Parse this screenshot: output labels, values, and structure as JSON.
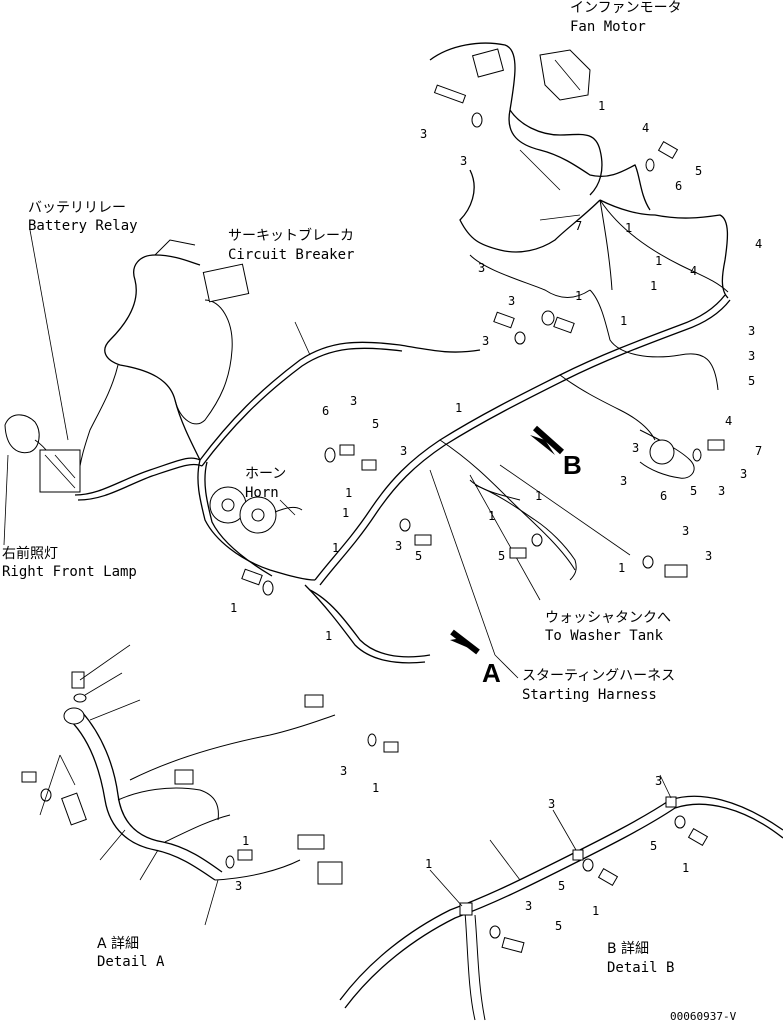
{
  "labels": {
    "fan_motor_jp": "インファンモータ",
    "fan_motor_en": "Fan Motor",
    "battery_relay_jp": "バッテリリレー",
    "battery_relay_en": "Battery Relay",
    "circuit_breaker_jp": "サーキットブレーカ",
    "circuit_breaker_en": "Circuit Breaker",
    "horn_jp": "ホーン",
    "horn_en": "Horn",
    "right_front_lamp_jp": "右前照灯",
    "right_front_lamp_en": "Right Front Lamp",
    "washer_tank_jp": "ウォッシャタンクへ",
    "washer_tank_en": "To Washer Tank",
    "starting_harness_jp": "スターティングハーネス",
    "starting_harness_en": "Starting Harness",
    "view_a": "A",
    "view_b": "B",
    "detail_a_jp": "A 詳細",
    "detail_a_en": "Detail A",
    "detail_b_jp": "B 詳細",
    "detail_b_en": "Detail B",
    "drawing_number": "00060937-V"
  },
  "callouts": {
    "n1": "1",
    "n3": "3",
    "n4": "4",
    "n5": "5",
    "n6": "6",
    "n7": "7"
  }
}
